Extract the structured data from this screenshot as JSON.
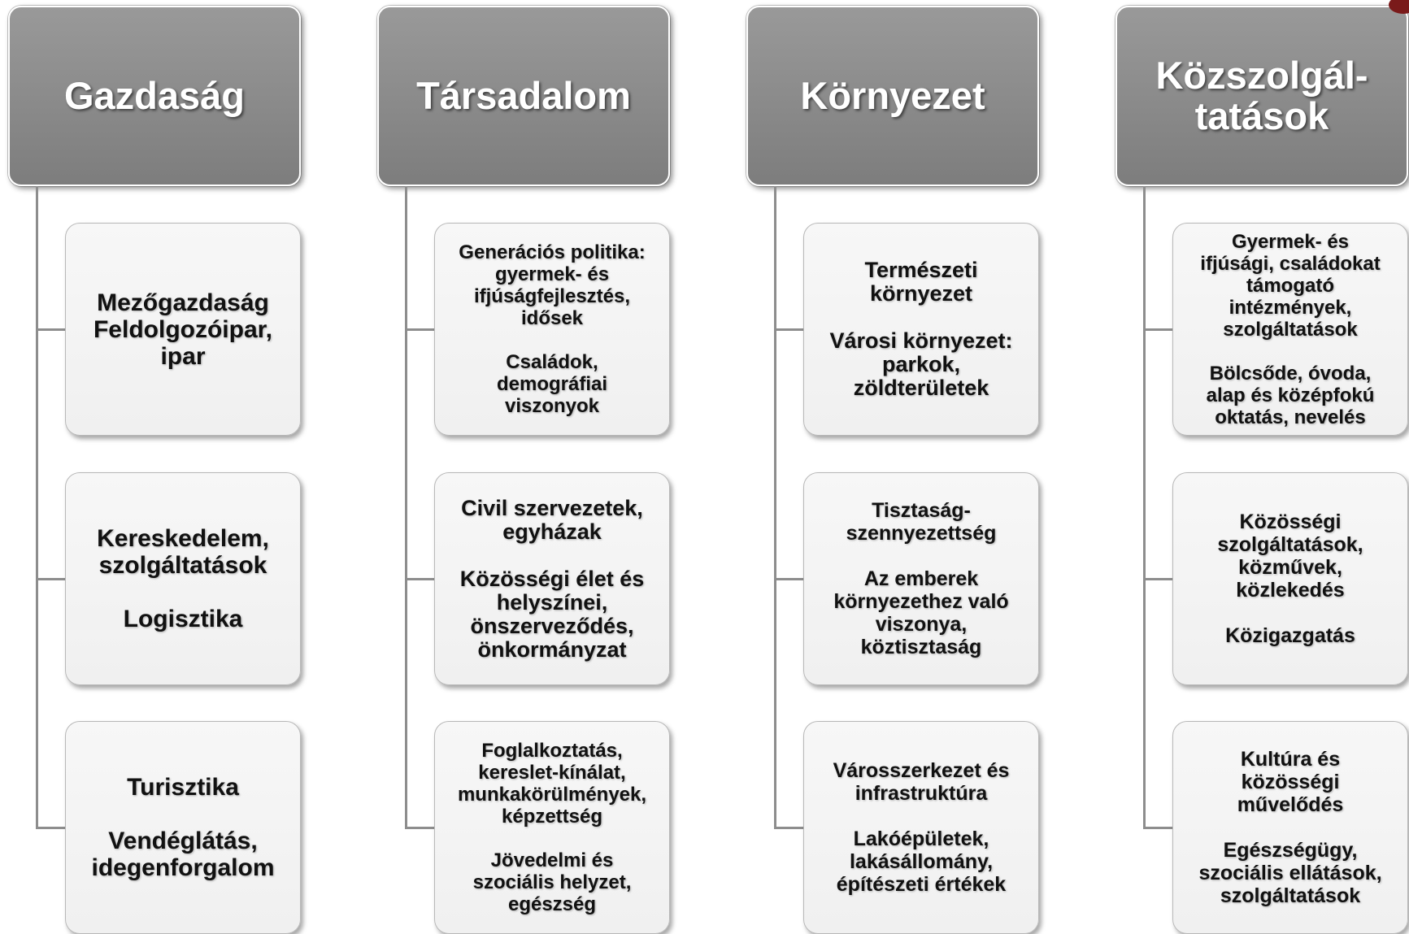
{
  "columns": [
    {
      "title": "Gazdaság",
      "items": [
        "Mezőgazdaság\nFeldolgozóipar,\nipar",
        "Kereskedelem,\nszolgáltatások\n\nLogisztika",
        "Turisztika\n\nVendéglátás,\nidegenforgalom"
      ]
    },
    {
      "title": "Társadalom",
      "items": [
        "Generációs politika:\ngyermek- és\nifjúságfejlesztés,\nidősek\n\nCsaládok,\ndemográfiai\nviszonyok",
        "Civil szervezetek,\negyházak\n\nKözösségi élet és\nhelyszínei,\nönszerveződés,\nönkormányzat",
        "Foglalkoztatás,\nkereslet-kínálat,\nmunkakörülmények,\nképzettség\n\nJövedelmi és\nszociális helyzet,\negészség"
      ]
    },
    {
      "title": "Környezet",
      "items": [
        "Természeti\nkörnyezet\n\nVárosi környezet:\nparkok,\nzöldterületek",
        "Tisztaság-\nszennyezettség\n\nAz emberek\nkörnyezethez való\nviszonya,\nköztisztaság",
        "Városszerkezet és\ninfrastruktúra\n\nLakóépületek,\nlakásállomány,\népítészeti értékek"
      ]
    },
    {
      "title": "Közszolgál-\ntatások",
      "items": [
        "Gyermek- és\nifjúsági, családokat\ntámogató\nintézmények,\nszolgáltatások\n\nBölcsőde, óvoda,\nalap és középfokú\noktatás, nevelés",
        "Közösségi\nszolgáltatások,\nközművek,\nközlekedés\n\nKözigazgatás",
        "Kultúra és\nközösségi\nművelődés\n\nEgészségügy,\nszociális ellátások,\nszolgáltatások"
      ]
    }
  ]
}
